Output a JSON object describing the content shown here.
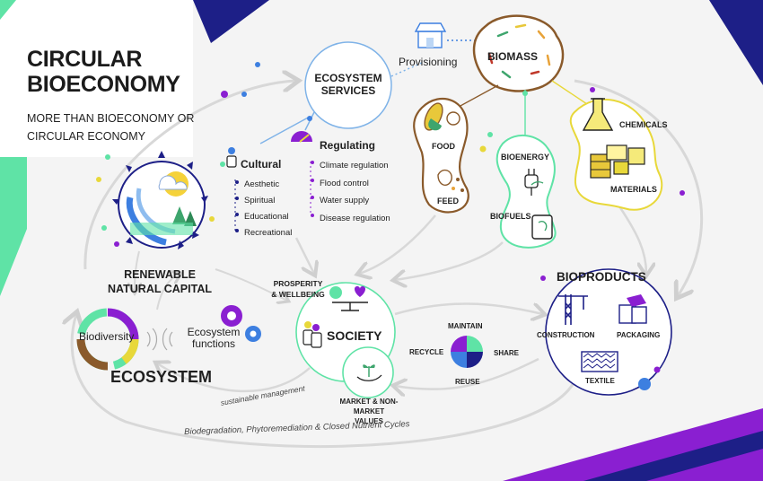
{
  "title": "CIRCULAR BIOECONOMY",
  "subtitle": "MORE THAN BIOECONOMY OR CIRCULAR ECONOMY",
  "ecosystem_services": "ECOSYSTEM SERVICES",
  "provisioning": "Provisioning",
  "biomass": "BIOMASS",
  "regulating": {
    "label": "Regulating",
    "items": [
      "Climate regulation",
      "Flood control",
      "Water supply",
      "Disease regulation"
    ]
  },
  "cultural": {
    "label": "Cultural",
    "items": [
      "Aesthetic",
      "Spiritual",
      "Educational",
      "Recreational"
    ]
  },
  "food": "FOOD",
  "feed": "FEED",
  "bioenergy": "BIOENERGY",
  "biofuels": "BIOFUELS",
  "chemicals": "CHEMICALS",
  "materials": "MATERIALS",
  "renewable_natural_capital": "RENEWABLE NATURAL CAPITAL",
  "biodiversity": "Biodiversity",
  "ecosystem_functions": "Ecosystem functions",
  "ecosystem": "ECOSYSTEM",
  "prosperity": "PROSPERITY & WELLBEING",
  "society": "SOCIETY",
  "market_values": "MARKET & NON-MARKET VALUES",
  "sustainable_management": "sustainable management",
  "circular": {
    "maintain": "MAINTAIN",
    "recycle": "RECYCLE",
    "share": "SHARE",
    "reuse": "REUSE"
  },
  "bioproducts": "BIOPRODUCTS",
  "construction": "CONSTRUCTION",
  "packaging": "PACKAGING",
  "textile": "TEXTILE",
  "bottom_cycle": "Biodegradation, Phytoremediation & Closed Nutrient Cycles",
  "colors": {
    "green": "#5fe3a6",
    "navy": "#1d1f87",
    "purple": "#8a1fd1",
    "blue": "#3d7fe0",
    "brown": "#8a5a2b",
    "yellow": "#e8d83a"
  }
}
